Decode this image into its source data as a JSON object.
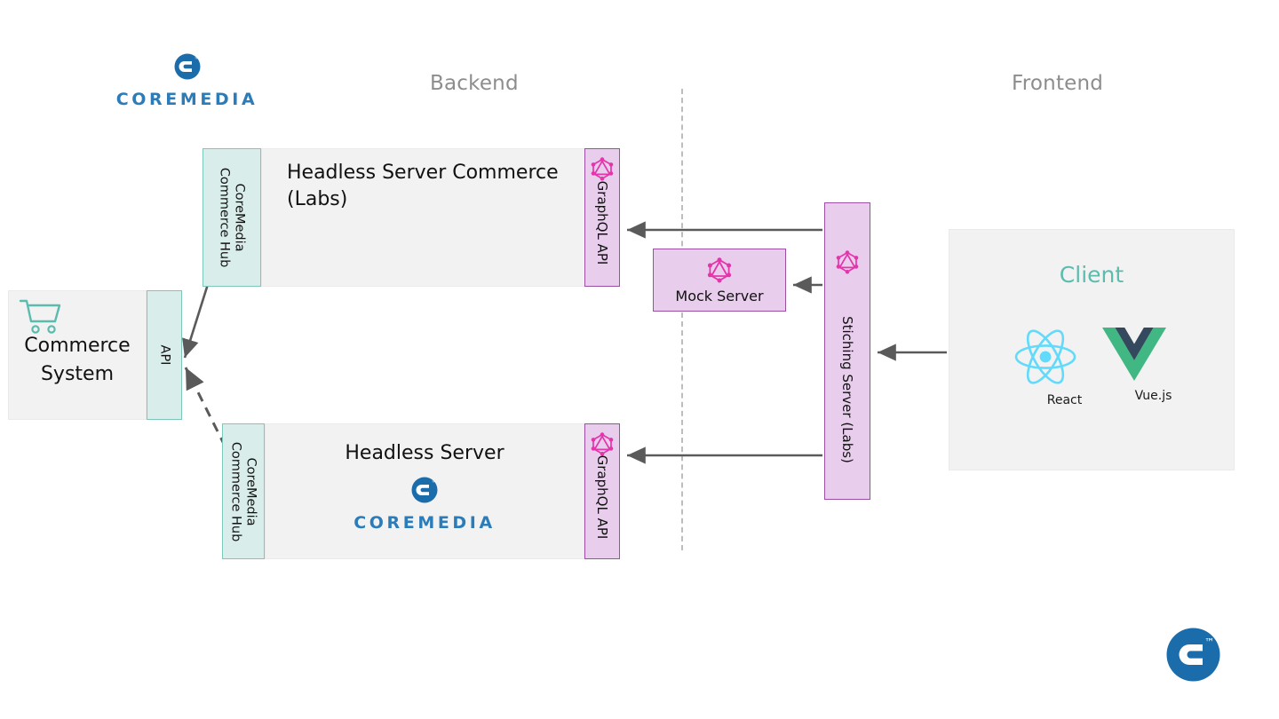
{
  "zones": {
    "backend": "Backend",
    "frontend": "Frontend"
  },
  "commerce_system": {
    "label": "Commerce\nSystem",
    "icon": "shopping-cart-icon",
    "api_panel": "API"
  },
  "headless_server_commerce": {
    "title": "Headless Server Commerce (Labs)",
    "hub_panel": "CoreMedia\nCommerce Hub",
    "graphql_panel": "GraphQL API",
    "brand": "COREMEDIA",
    "brand_icon": "coremedia-badge-icon",
    "graphql_icon": "graphql-icon"
  },
  "headless_server": {
    "title": "Headless Server",
    "hub_panel": "CoreMedia\nCommerce Hub",
    "graphql_panel": "GraphQL API",
    "brand": "COREMEDIA",
    "brand_icon": "coremedia-badge-icon",
    "graphql_icon": "graphql-icon"
  },
  "mock_server": {
    "label": "Mock Server",
    "icon": "graphql-icon"
  },
  "stitching_server": {
    "label": "Stiching Server (Labs)",
    "icon": "graphql-icon"
  },
  "client": {
    "title": "Client",
    "frameworks": [
      {
        "name": "React",
        "icon": "react-icon"
      },
      {
        "name": "Vue.js",
        "icon": "vue-icon"
      }
    ]
  },
  "corner_logo": {
    "icon": "coremedia-logo-icon"
  },
  "colors": {
    "teal_panel_fill": "#d9eeea",
    "teal_panel_border": "#7cc6bb",
    "purple_fill": "#e8cdec",
    "purple_border": "#9a4fa3",
    "grey_fill": "#f2f2f2",
    "graphql_pink": "#e535ab",
    "coremedia_blue": "#1a6cab",
    "brand_blue": "#2b7cb9",
    "react_blue": "#61dafb",
    "vue_green": "#41b883",
    "vue_navy": "#34495e",
    "client_teal": "#5bbcae",
    "zone_label_grey": "#8d8d8d",
    "arrow_grey": "#5a5a5a"
  },
  "connections": [
    {
      "from": "stitching-server",
      "to": "headless-server-commerce-graphql",
      "style": "solid"
    },
    {
      "from": "stitching-server",
      "to": "mock-server",
      "style": "solid"
    },
    {
      "from": "stitching-server",
      "to": "headless-server-graphql",
      "style": "solid"
    },
    {
      "from": "client",
      "to": "stitching-server",
      "style": "solid"
    },
    {
      "from": "headless-server-commerce-hub",
      "to": "commerce-api",
      "style": "solid"
    },
    {
      "from": "headless-server-hub",
      "to": "commerce-api",
      "style": "dashed"
    }
  ]
}
